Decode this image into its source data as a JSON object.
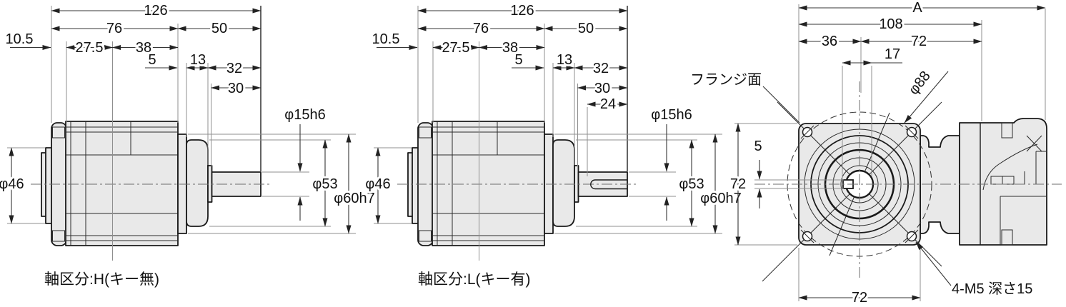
{
  "views": {
    "side_h": {
      "caption": "軸区分:H(キー無)",
      "dims": {
        "total_length": "126",
        "gear_section": "76",
        "motor_section": "50",
        "rear_cap": "10.5",
        "section_a": "27.5",
        "section_b": "38",
        "spacer": "5",
        "step": "13",
        "shaft_overall": "32",
        "shaft_length": "30",
        "shaft_dia": "φ15h6",
        "rear_boss_dia": "φ46",
        "head_dia": "φ53",
        "pilot_dia": "φ60h7"
      }
    },
    "side_l": {
      "caption": "軸区分:L(キー有)",
      "dims": {
        "total_length": "126",
        "gear_section": "76",
        "motor_section": "50",
        "rear_cap": "10.5",
        "section_a": "27.5",
        "section_b": "38",
        "spacer": "5",
        "step": "13",
        "shaft_overall": "32",
        "shaft_length": "30",
        "keyway_length": "24",
        "shaft_dia": "φ15h6",
        "rear_boss_dia": "φ46",
        "head_dia": "φ53",
        "pilot_dia": "φ60h7"
      }
    },
    "front": {
      "dims": {
        "overall": "A",
        "flange_to_body": "108",
        "center_offset": "36",
        "body_width": "72",
        "key_height": "17",
        "keyway_width": "5",
        "flange_height": "72",
        "flange_width": "72"
      },
      "labels": {
        "flange_face": "フランジ面",
        "boss_circle_dia": "φ88",
        "tap_note": "4-M5 深さ15"
      }
    }
  }
}
